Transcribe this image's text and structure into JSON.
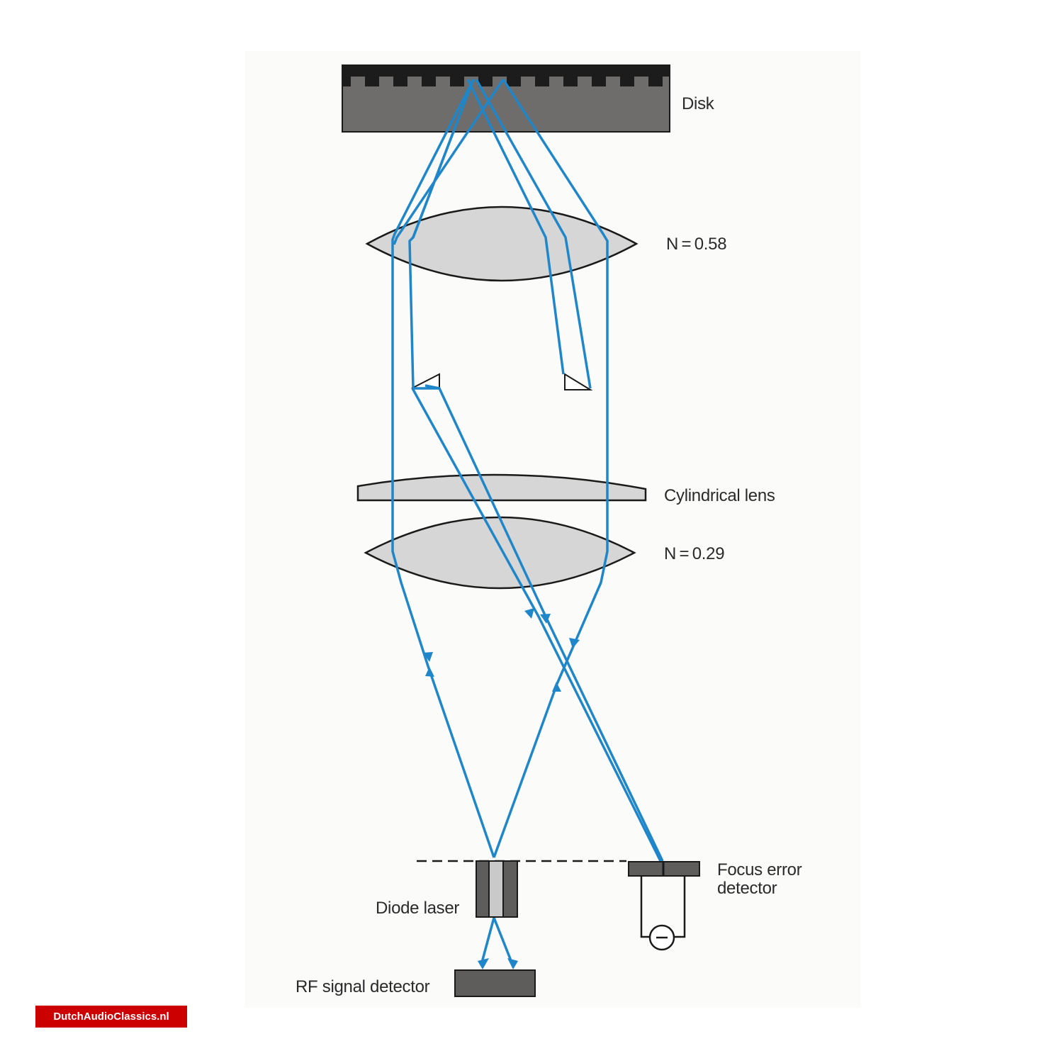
{
  "diagram": {
    "title": "CD optical pickup with diode laser, objective lenses, cylindrical lens and detectors",
    "colors": {
      "beam": "#1f86c9",
      "disk_pit_layer": "#1c1c1c",
      "disk_body": "#6f6c6c",
      "lens_fill": "#d6d6d6",
      "outline": "#1a1a1a",
      "detector": "#5f5c5c",
      "watermark_bg": "#cc0000"
    },
    "components": [
      {
        "id": "disk",
        "label": "Disk"
      },
      {
        "id": "objective-lens",
        "label": "N = 0.58"
      },
      {
        "id": "prism-left",
        "label": ""
      },
      {
        "id": "prism-right",
        "label": ""
      },
      {
        "id": "cylindrical-lens",
        "label": "Cylindrical lens"
      },
      {
        "id": "collimator-lens",
        "label": "N = 0.29"
      },
      {
        "id": "diode-laser",
        "label": "Diode laser"
      },
      {
        "id": "focus-error-detector",
        "label": "Focus error\ndetector"
      },
      {
        "id": "rf-signal-detector",
        "label": "RF signal detector"
      }
    ]
  },
  "labels": {
    "disk": "Disk",
    "objective": "N = 0.58",
    "cylindrical": "Cylindrical lens",
    "collimator": "N = 0.29",
    "focus_error": "Focus error\ndetector",
    "diode_laser": "Diode laser",
    "rf_signal": "RF signal detector",
    "difference_symbol": "−"
  },
  "watermark": {
    "text": "DutchAudioClassics.nl"
  }
}
